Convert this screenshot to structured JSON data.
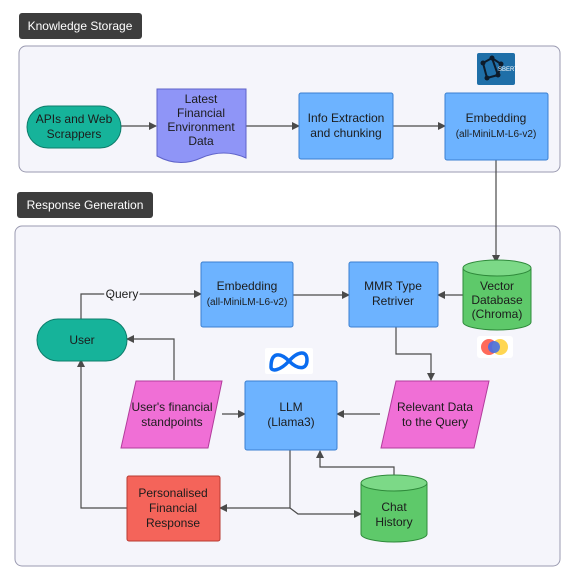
{
  "sections": {
    "knowledge_storage": "Knowledge Storage",
    "response_generation": "Response Generation"
  },
  "nodes": {
    "apis": [
      "APIs and Web",
      "Scrappers"
    ],
    "latest_data": [
      "Latest",
      "Financial",
      "Environment",
      "Data"
    ],
    "info_extraction": [
      "Info Extraction",
      "and chunking"
    ],
    "embedding_top": [
      "Embedding",
      "(all-MiniLM-L6-v2)"
    ],
    "sbert_logo": "SBERT",
    "vector_db": [
      "Vector",
      "Database",
      "(Chroma)"
    ],
    "embedding_mid": [
      "Embedding",
      "(all-MiniLM-L6-v2)"
    ],
    "mmr": [
      "MMR Type",
      "Retriver"
    ],
    "user": "User",
    "query_label": "Query",
    "user_standpoints": [
      "User's financial",
      "standpoints"
    ],
    "llm": [
      "LLM",
      "(Llama3)"
    ],
    "relevant_data": [
      "Relevant Data",
      "to the Query"
    ],
    "personalised": [
      "Personalised",
      "Financial",
      "Response"
    ],
    "chat_history": [
      "Chat",
      "History"
    ]
  },
  "colors": {
    "teal": "#16b39a",
    "blue": "#6db3ff",
    "purple": "#8f95f7",
    "pink": "#f06fd6",
    "red": "#f4645a",
    "green": "#5ec96a",
    "section_tag": "#3d3d3d",
    "panel": "#f5f5fb"
  }
}
